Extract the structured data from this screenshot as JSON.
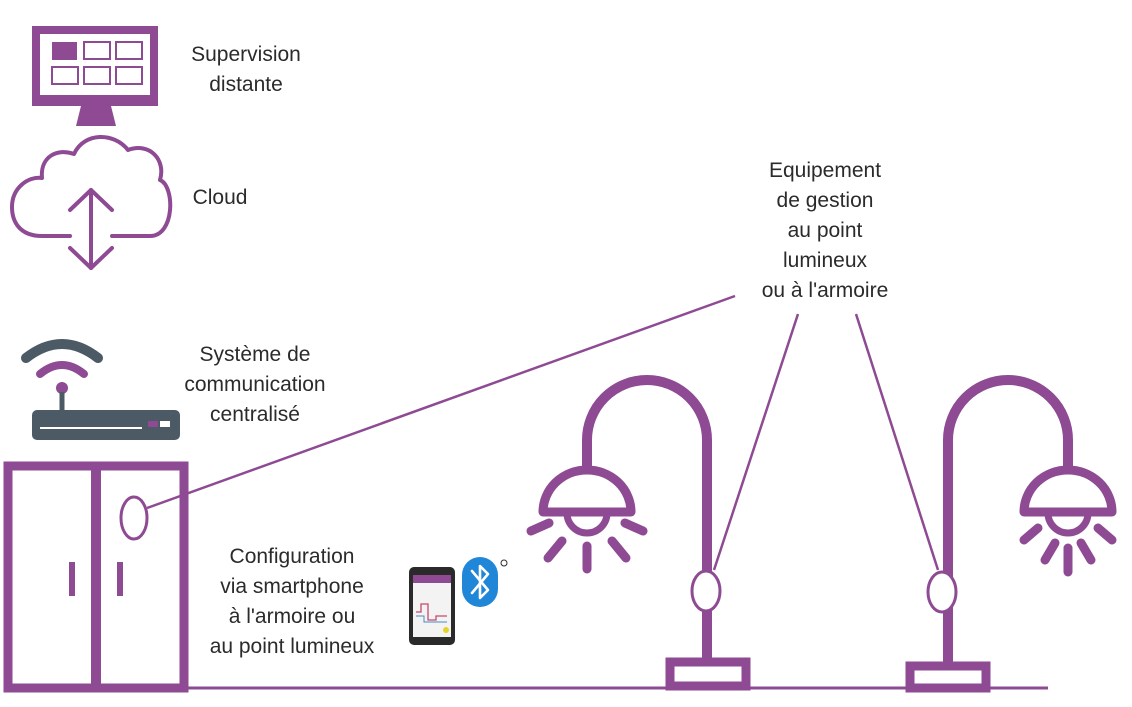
{
  "colors": {
    "accent": "#8e4a93",
    "router": "#4b5a64",
    "text": "#2b2b2b",
    "bluetooth": "#1f86d8"
  },
  "labels": {
    "supervision": [
      "Supervision",
      "distante"
    ],
    "cloud": [
      "Cloud"
    ],
    "system": [
      "Système de",
      "communication",
      "centralisé"
    ],
    "configuration": [
      "Configuration",
      "via smartphone",
      "à l'armoire ou",
      "au point lumineux"
    ],
    "equipement": [
      "Equipement",
      "de gestion",
      "au point",
      "lumineux",
      "ou à l'armoire"
    ]
  },
  "icons": [
    "monitor-icon",
    "cloud-icon",
    "router-icon",
    "cabinet-icon",
    "smartphone-icon",
    "bluetooth-icon",
    "street-lamp-icon"
  ]
}
